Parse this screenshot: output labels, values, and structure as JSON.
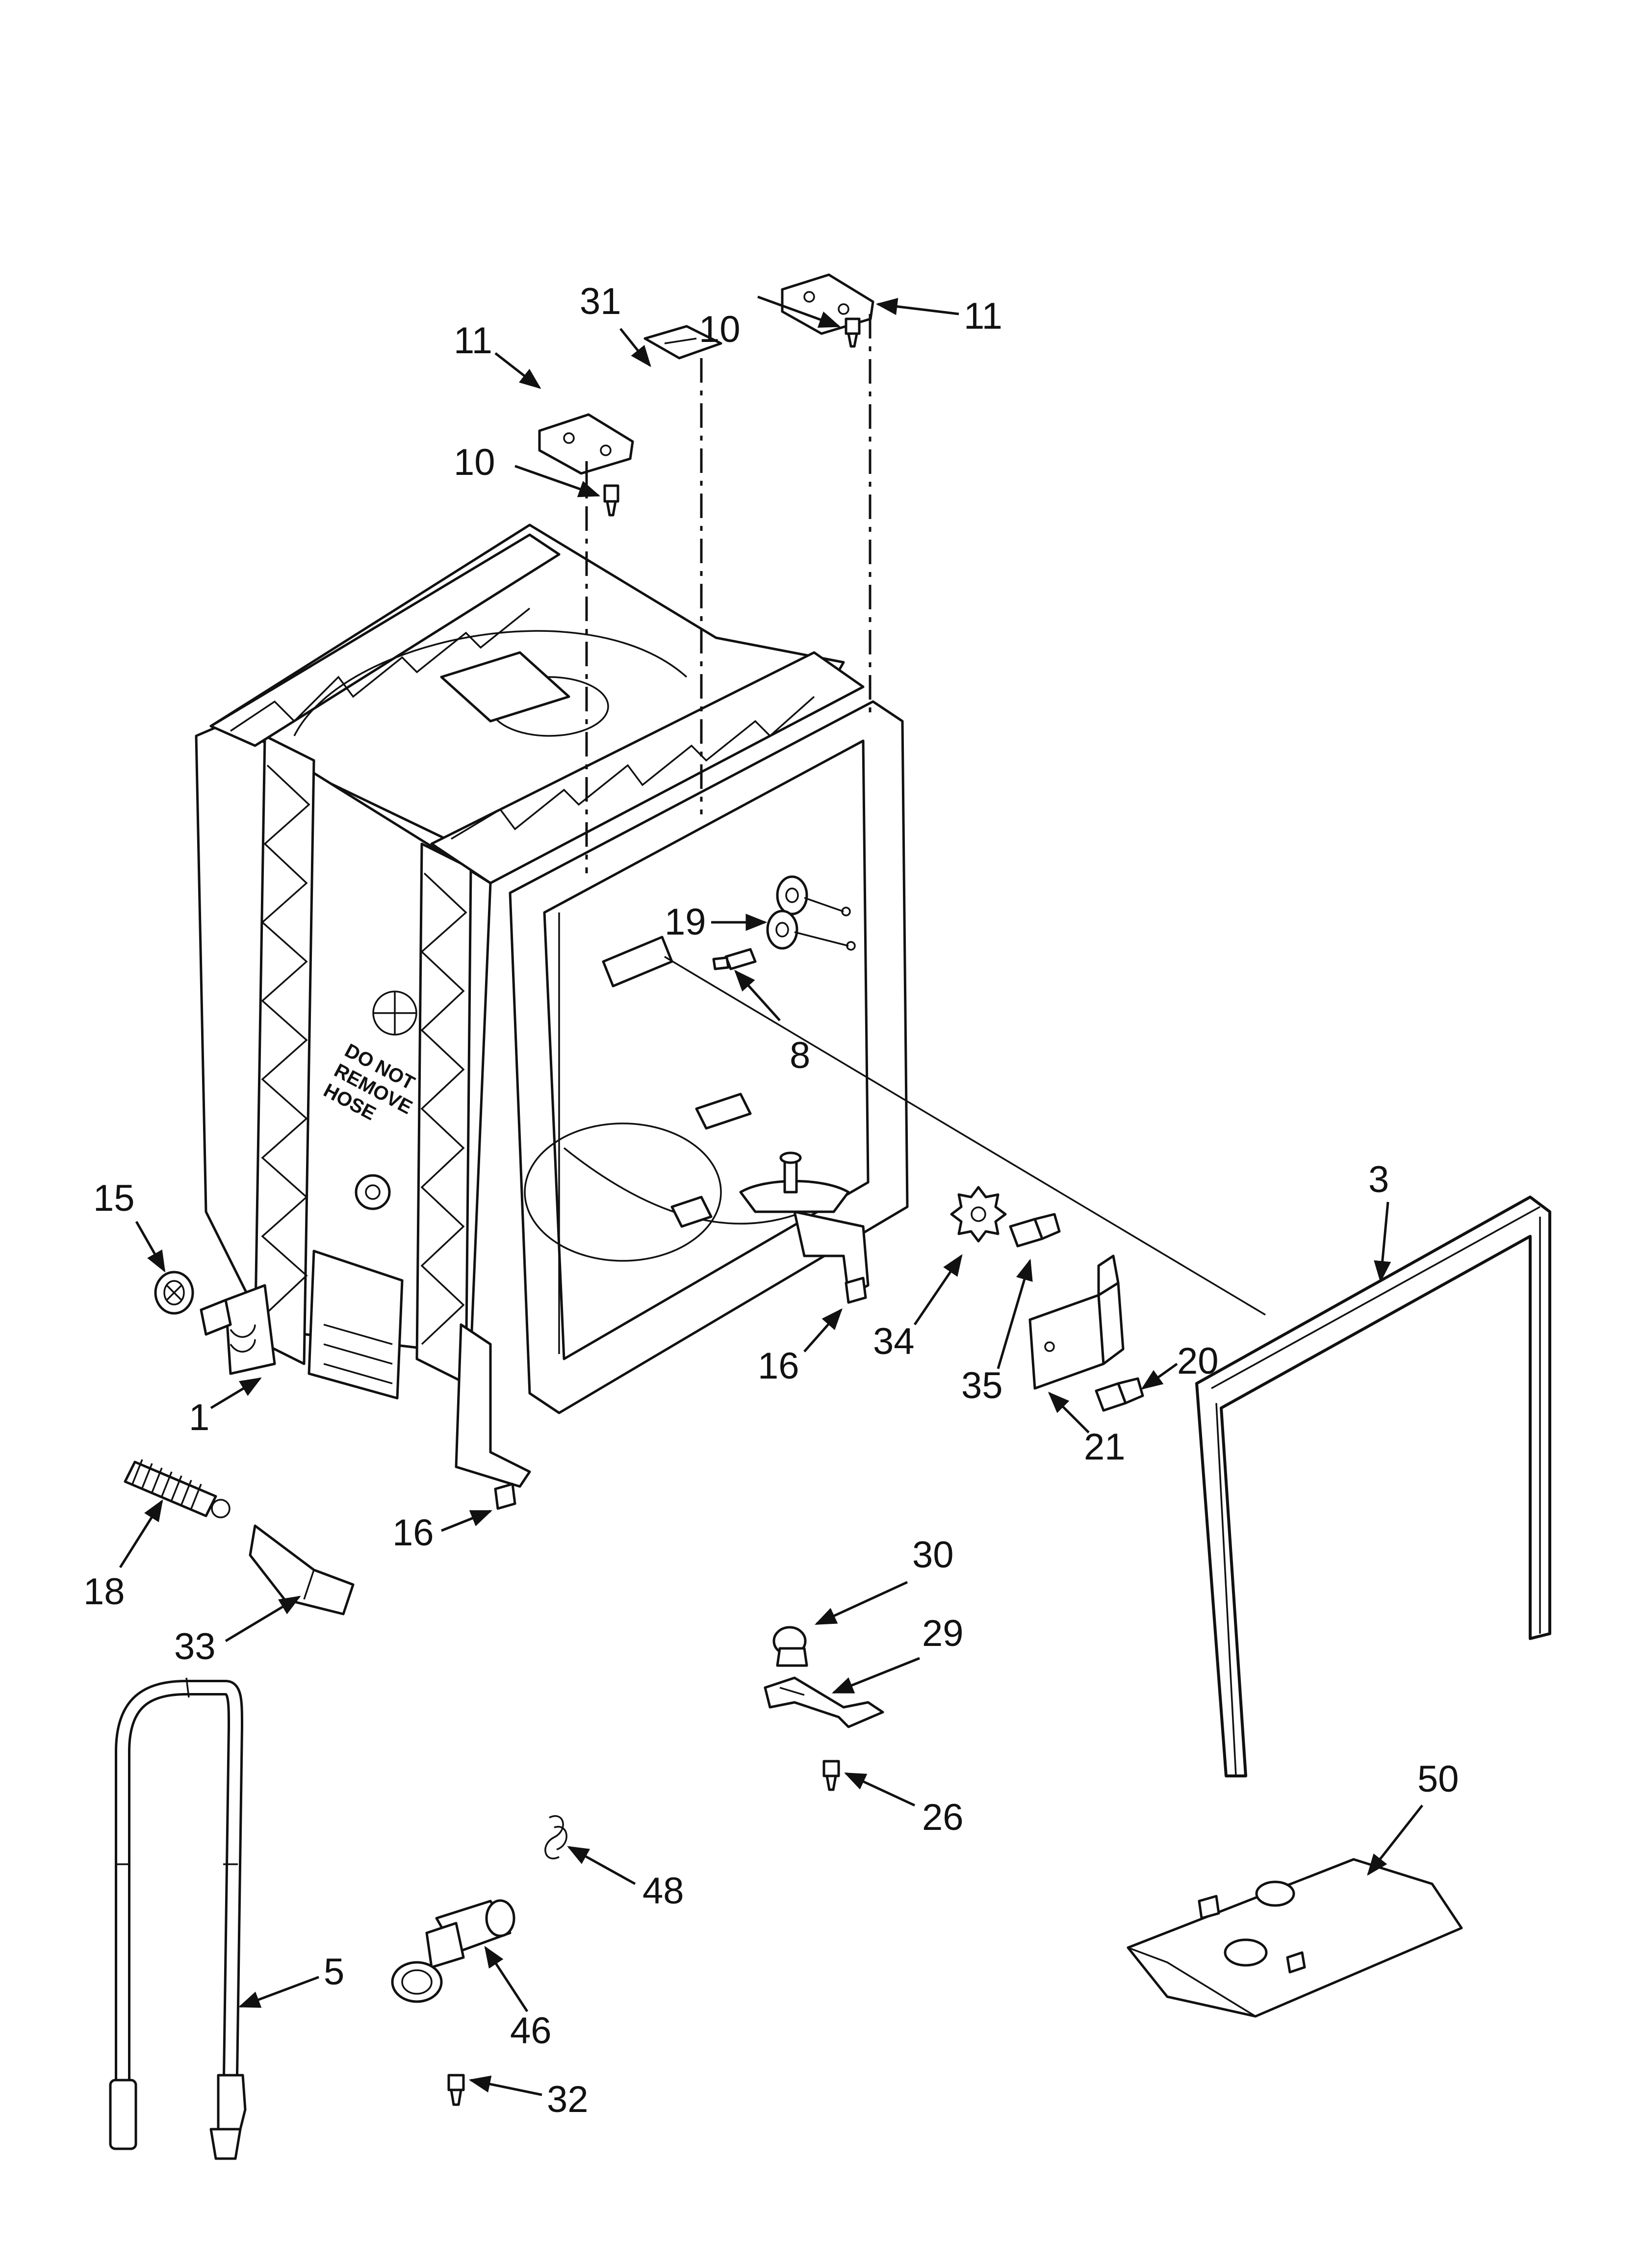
{
  "diagram": {
    "callouts": {
      "c31": "31",
      "c10a": "10",
      "c11a": "11",
      "c11b": "11",
      "c10b": "10",
      "c19": "19",
      "c8": "8",
      "c3": "3",
      "c15": "15",
      "c34": "34",
      "c16a": "16",
      "c35": "35",
      "c20": "20",
      "c21": "21",
      "c1": "1",
      "c16b": "16",
      "c18": "18",
      "c30": "30",
      "c33": "33",
      "c29": "29",
      "c26": "26",
      "c50": "50",
      "c48": "48",
      "c5": "5",
      "c46": "46",
      "c32": "32"
    },
    "stamp_text": [
      "DO",
      "NOT",
      "REMOVE",
      "HOSE"
    ]
  }
}
